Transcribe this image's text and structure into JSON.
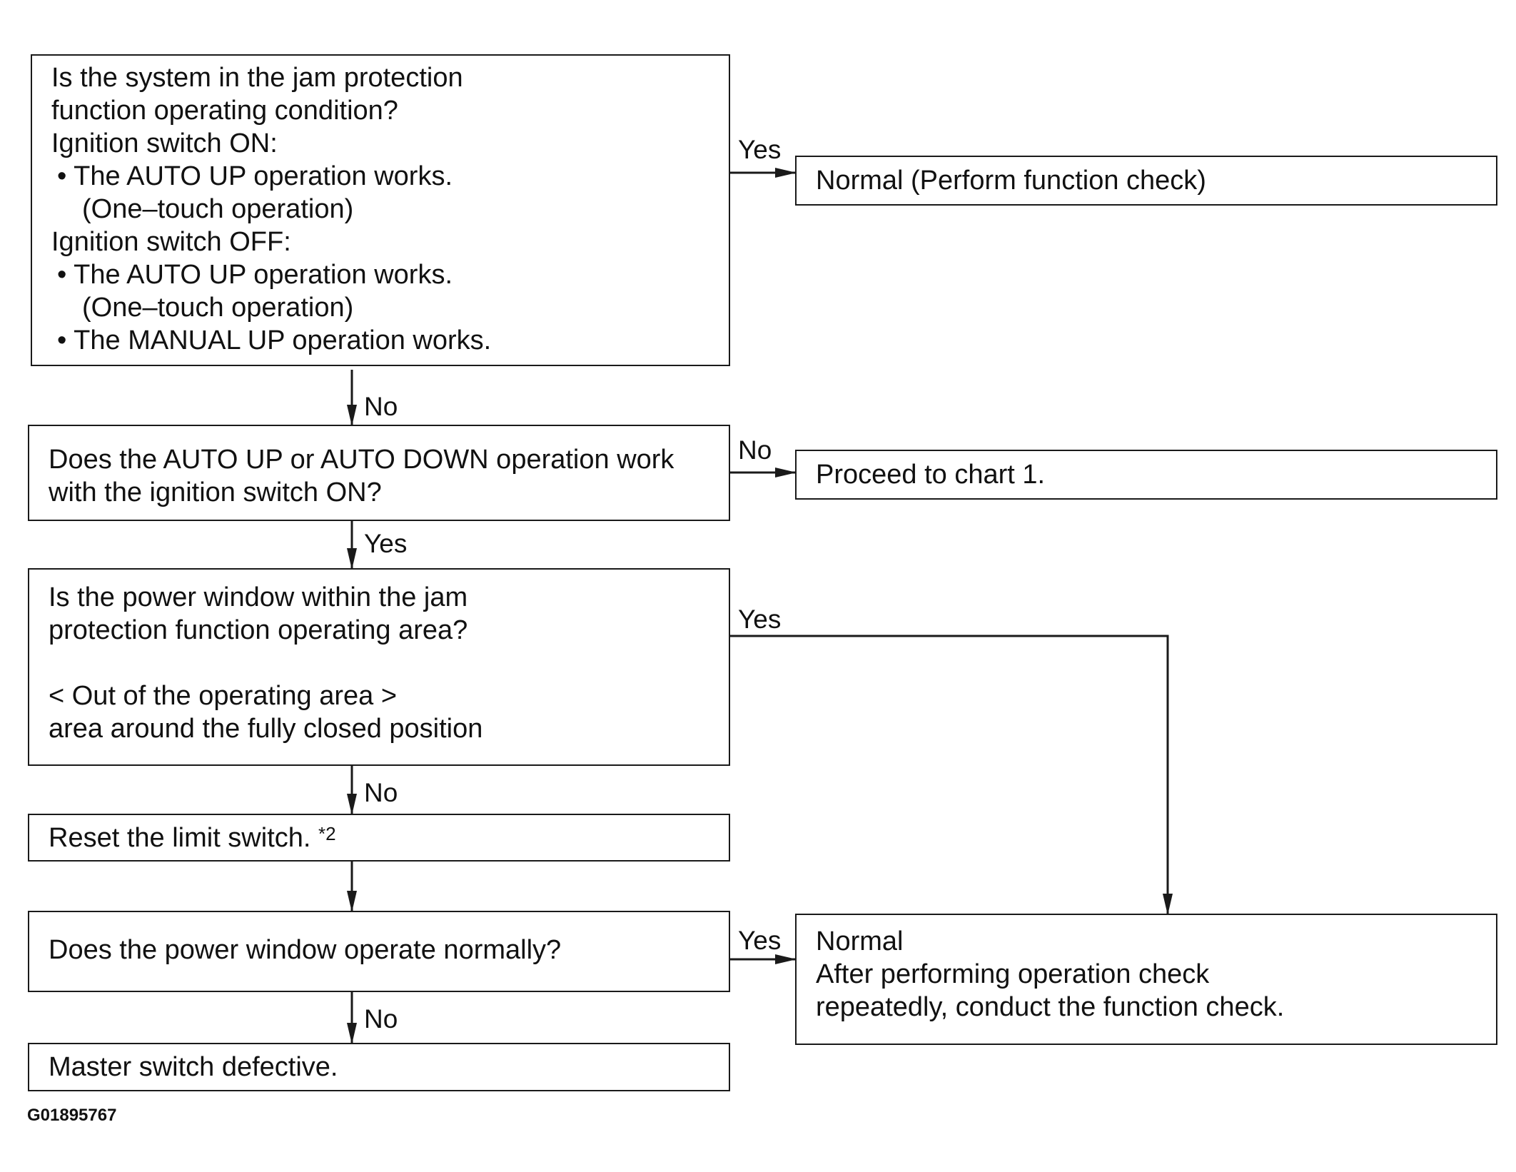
{
  "nodes": {
    "q1": {
      "lines": [
        "Is the system in the jam protection",
        "function operating condition?",
        "Ignition switch ON:",
        "• The AUTO UP operation works.",
        "(One–touch operation)",
        "Ignition switch OFF:",
        "• The AUTO UP operation works.",
        "(One–touch operation)",
        "• The MANUAL UP operation works."
      ]
    },
    "r1": {
      "text": "Normal (Perform function check)"
    },
    "q2": {
      "lines": [
        "Does the AUTO UP or AUTO DOWN operation work",
        "with the ignition switch ON?"
      ]
    },
    "r2": {
      "text": "Proceed to chart 1."
    },
    "q3": {
      "lines": [
        "Is the power window within the jam",
        "protection function operating area?",
        "",
        "< Out of the operating area >",
        "area around the fully closed position"
      ]
    },
    "step_reset": {
      "text": "Reset the limit switch. ",
      "footnote": "*2"
    },
    "q4": {
      "text": "Does the power window operate normally?"
    },
    "r_normal": {
      "lines": [
        "Normal",
        "After performing operation check",
        "repeatedly, conduct the function check."
      ]
    },
    "r_defective": {
      "text": "Master switch defective."
    }
  },
  "edge_labels": {
    "q1_yes": "Yes",
    "q1_no": "No",
    "q2_no": "No",
    "q2_yes": "Yes",
    "q3_yes": "Yes",
    "q3_no": "No",
    "q4_yes": "Yes",
    "q4_no": "No"
  },
  "figure_id": "G01895767",
  "colors": {
    "line": "#1a1a1a",
    "text": "#111111",
    "background": "#ffffff"
  }
}
